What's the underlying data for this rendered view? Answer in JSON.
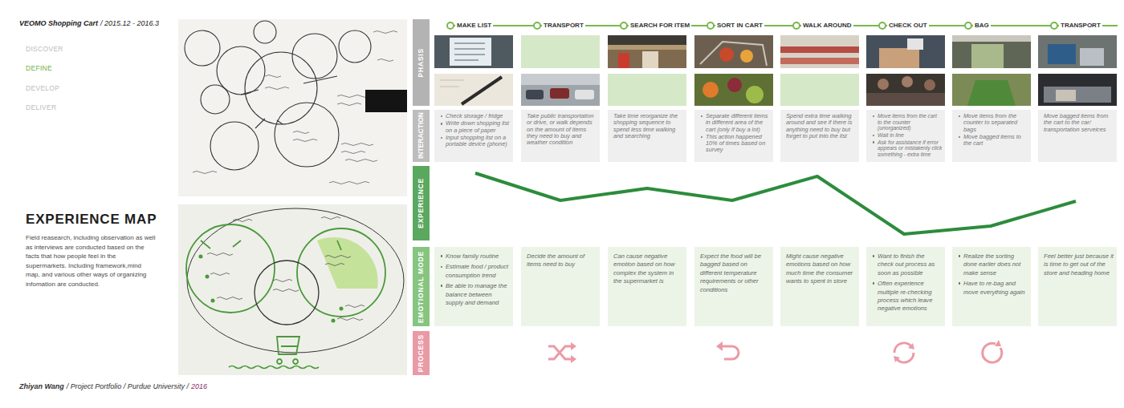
{
  "diagram": {
    "title": "EXPERIENCE MAP",
    "nodes": [
      {
        "text": [
          "PHASIS"
        ]
      },
      {
        "text": [
          "INTERACTION"
        ]
      },
      {
        "text": [
          "EXPERIENCE"
        ]
      },
      {
        "text": [
          "EMOTIONAL MODE"
        ]
      },
      {
        "text": [
          "PROCESS"
        ]
      },
      {
        "text": [
          "Check storage / fridge",
          "Write down shopping list on a piece of paper",
          "Input shopping list on a portable device (phone)"
        ]
      },
      {
        "text": [
          "Take public transportation or drive, or walk depends on the amount of items they need to buy and weather condition"
        ]
      },
      {
        "text": [
          "Take time reorganize the shopping sequence to spend less time walking and searching"
        ]
      },
      {
        "text": [
          "Separate different items in different area of the cart (only if buy a lot)",
          "This action happened 10% of times based on survey"
        ]
      },
      {
        "text": [
          "Spend extra time walking around and see if there is anything need to buy but forget to put into the list"
        ]
      },
      {
        "text": [
          "Move items from the cart to the counter (unorganized)",
          "Wait in line",
          "Ask for assistance if error appears or mistakenly click something - extra time"
        ]
      },
      {
        "text": [
          "Move items from the counter to separated bags",
          "Move bagged items to the cart"
        ]
      },
      {
        "text": [
          "Move bagged items from the cart to the car/ transportation serveices"
        ]
      },
      {
        "text": [
          "Know family routine",
          "Estimate food / product consumption trend",
          "Be able to manage the balance between supply and demand"
        ]
      },
      {
        "text": [
          "Decide the amount of items need to buy"
        ]
      },
      {
        "text": [
          "Can cause negative emotion based on how complex the system in the supermarket is"
        ]
      },
      {
        "text": [
          "Expect the food will be bagged based on different temperature requirements or other conditions"
        ]
      },
      {
        "text": [
          "Might cause negative emotions based on how much time the consumer wants to spent in store"
        ]
      },
      {
        "text": [
          "Want to finish the check out process as soon as possible",
          "Often experience multiple re-checking process which leave negative emotions"
        ]
      },
      {
        "text": [
          "Realize the sorting done earlier does not make sense",
          "Have to re-bag and move everything again"
        ]
      },
      {
        "text": [
          "Feel better just because it is time to get out of the store and heading home"
        ]
      }
    ],
    "labels": [
      "VEOMO Shopping Cart",
      "/ 2015.12 - 2016.3",
      "DISCOVER",
      "DEFINE",
      "DEVELOP",
      "DELIVER",
      "Field reasearch, including observation as well as interviews are conducted based on the facts that how people feel in the supermarkets. Including framework,mind map, and various other ways of organizing infomation are conducted.",
      "MAKE LIST",
      "TRANSPORT",
      "SEARCH FOR ITEM",
      "SORT IN CART",
      "WALK AROUND",
      "CHECK OUT",
      "BAG",
      "TRANSPORT",
      "Zhiyan Wang",
      "/ Project Portfolio / Purdue University /",
      "2016"
    ]
  }
}
